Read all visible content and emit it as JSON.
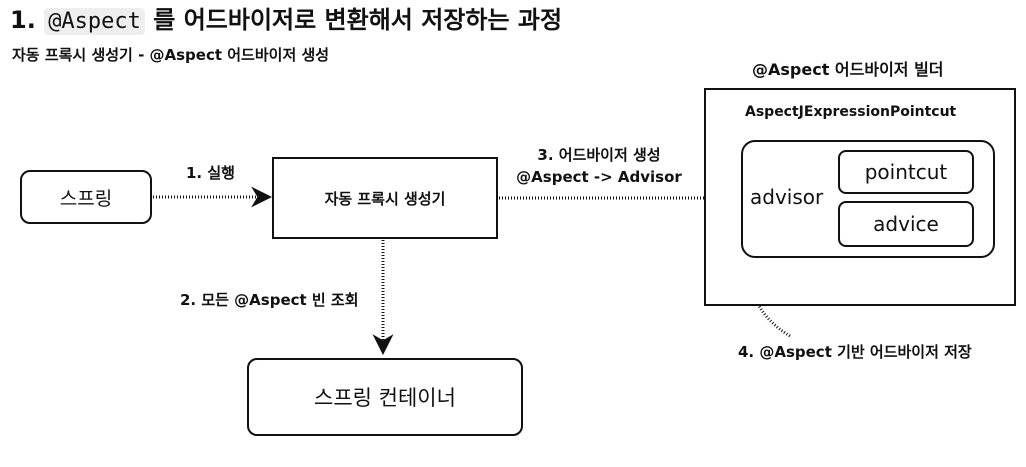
{
  "heading": {
    "number": "1.",
    "code": "@Aspect",
    "rest": "를 어드바이저로 변환해서 저장하는 과정"
  },
  "subheading": "자동 프록시 생성기 - @Aspect 어드바이저 생성",
  "nodes": {
    "spring": "스프링",
    "auto_proxy_creator": "자동 프록시 생성기",
    "spring_container": "스프링 컨테이너",
    "builder_title": "@Aspect 어드바이저 빌더",
    "pointcut_class": "AspectJExpressionPointcut",
    "advisor": "advisor",
    "pointcut": "pointcut",
    "advice": "advice"
  },
  "steps": {
    "step1": "1. 실행",
    "step2": "2. 모든 @Aspect 빈 조회",
    "step3_line1": "3. 어드바이저 생성",
    "step3_line2": "@Aspect -> Advisor",
    "step4": "4. @Aspect 기반 어드바이저 저장"
  }
}
